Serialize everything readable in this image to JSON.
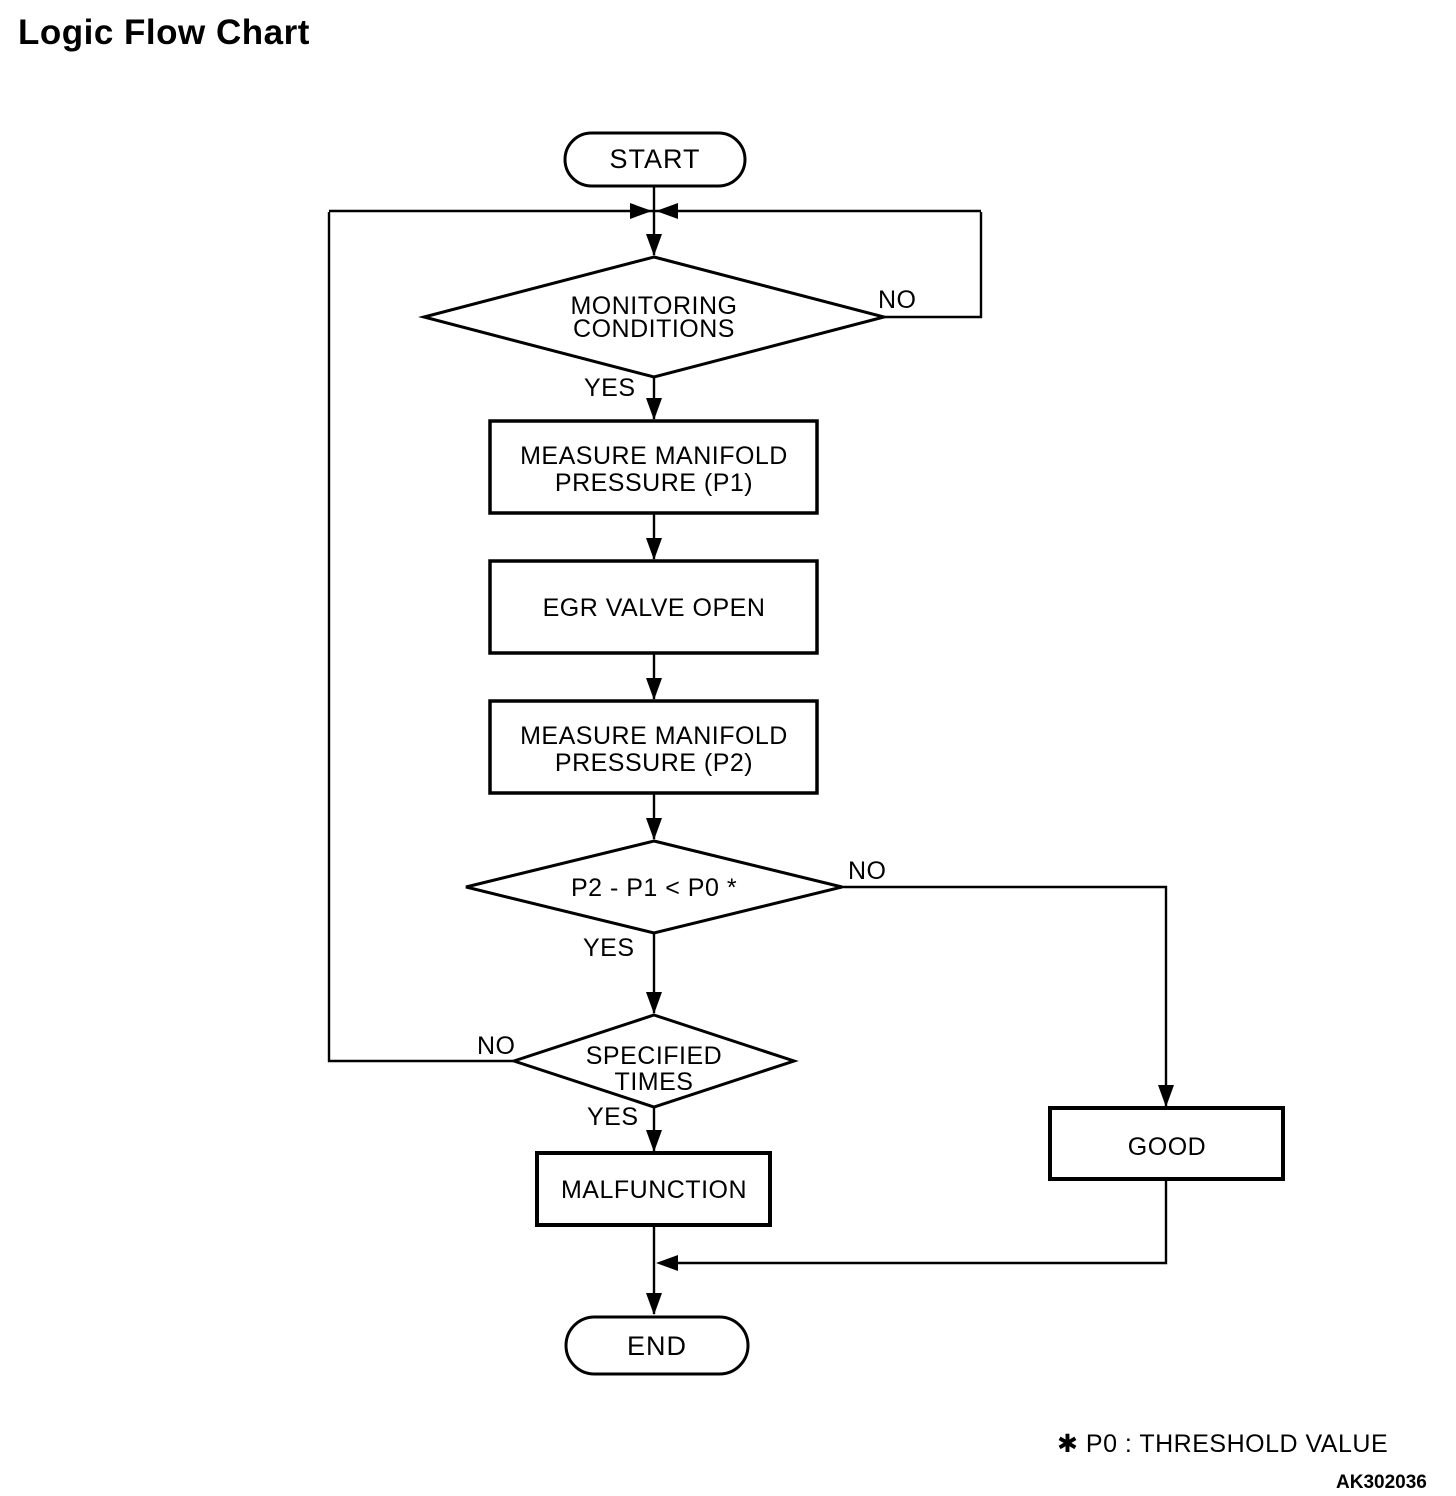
{
  "title": "Logic Flow Chart",
  "footnote": "✱ P0 : THRESHOLD VALUE",
  "figure_code": "AK302036",
  "flowchart": {
    "nodes": {
      "start": {
        "type": "terminator",
        "label": "START"
      },
      "monitoring": {
        "type": "decision",
        "line1": "MONITORING",
        "line2": "CONDITIONS"
      },
      "measure_p1": {
        "type": "process",
        "line1": "MEASURE MANIFOLD",
        "line2": "PRESSURE (P1)"
      },
      "egr_valve": {
        "type": "process",
        "label": "EGR VALVE OPEN"
      },
      "measure_p2": {
        "type": "process",
        "line1": "MEASURE MANIFOLD",
        "line2": "PRESSURE (P2)"
      },
      "compare": {
        "type": "decision",
        "label": "P2 - P1 < P0 *"
      },
      "specified_times": {
        "type": "decision",
        "line1": "SPECIFIED",
        "line2": "TIMES"
      },
      "malfunction": {
        "type": "process",
        "label": "MALFUNCTION"
      },
      "good": {
        "type": "process",
        "label": "GOOD"
      },
      "end": {
        "type": "terminator",
        "label": "END"
      }
    },
    "edge_labels": {
      "monitoring_yes": "YES",
      "monitoring_no": "NO",
      "compare_yes": "YES",
      "compare_no": "NO",
      "specified_yes": "YES",
      "specified_no": "NO"
    }
  }
}
